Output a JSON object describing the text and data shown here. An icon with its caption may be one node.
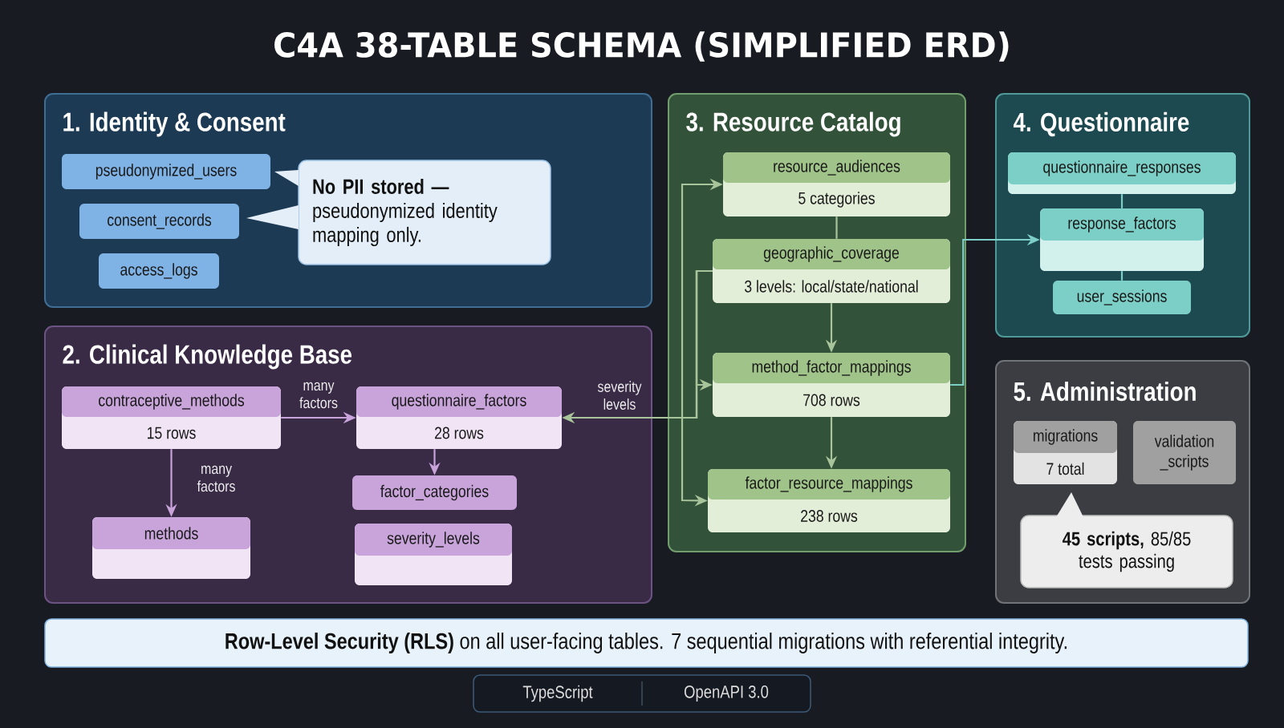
{
  "diagram": {
    "title": "C4A 38-TABLE SCHEMA (SIMPLIFIED ERD)",
    "nodes": [
      {
        "text": [
          "1. Identity & Consent"
        ]
      },
      {
        "text": [
          "pseudonymized_users"
        ],
        "in": 0
      },
      {
        "text": [
          "consent_records"
        ],
        "in": 0
      },
      {
        "text": [
          "access_logs"
        ],
        "in": 0
      },
      {
        "text": [
          "**No PII stored —** pseudonymized identity mapping only."
        ],
        "in": 0
      },
      {
        "text": [
          "2. Clinical Knowledge Base"
        ]
      },
      {
        "text": [
          "contraceptive_methods",
          "15 rows"
        ],
        "in": 5
      },
      {
        "text": [
          "questionnaire_factors",
          "28 rows"
        ],
        "in": 5
      },
      {
        "text": [
          "factor_categories"
        ],
        "in": 5
      },
      {
        "text": [
          "methods"
        ],
        "in": 5
      },
      {
        "text": [
          "severity_levels"
        ],
        "in": 5
      },
      {
        "text": [
          "3. Resource Catalog"
        ]
      },
      {
        "text": [
          "resource_audiences",
          "5 categories"
        ],
        "in": 11
      },
      {
        "text": [
          "geographic_coverage",
          "3 levels: local/state/national"
        ],
        "in": 11
      },
      {
        "text": [
          "method_factor_mappings",
          "708 rows"
        ],
        "in": 11
      },
      {
        "text": [
          "factor_resource_mappings",
          "238 rows"
        ],
        "in": 11
      },
      {
        "text": [
          "4. Questionnaire"
        ]
      },
      {
        "text": [
          "questionnaire_responses"
        ],
        "in": 16
      },
      {
        "text": [
          "response_factors"
        ],
        "in": 16
      },
      {
        "text": [
          "user_sessions"
        ],
        "in": 16
      },
      {
        "text": [
          "5. Administration"
        ]
      },
      {
        "text": [
          "migrations",
          "7 total"
        ],
        "in": 20
      },
      {
        "text": [
          "validation _scripts"
        ],
        "in": 20
      },
      {
        "text": [
          "**45 scripts,** 85/85 tests passing"
        ],
        "in": 20
      },
      {
        "text": [
          "**Row-Level Security (RLS)** on all user-facing tables. 7 sequential migrations with referential integrity."
        ]
      }
    ],
    "edges": [
      {
        "from": 6,
        "to": 7,
        "arrow": "to",
        "label": "many factors",
        "color": "#c9a4db"
      },
      {
        "from": 6,
        "to": 9,
        "arrow": "to",
        "label": "many factors",
        "color": "#c9a4db"
      },
      {
        "from": 7,
        "to": 8,
        "arrow": "to",
        "color": "#c9a4db"
      },
      {
        "from": 12,
        "to": 13,
        "arrow": "none"
      },
      {
        "from": 13,
        "to": 14,
        "arrow": "to"
      },
      {
        "from": 14,
        "to": 15,
        "arrow": "to"
      },
      {
        "from": 14,
        "to": 18,
        "arrow": "to",
        "color": "#7ccfc6"
      },
      {
        "from": 17,
        "to": 18,
        "arrow": "none",
        "color": "#7ccfc6"
      },
      {
        "from": 18,
        "to": 19,
        "arrow": "none",
        "color": "#7ccfc6"
      },
      {
        "from": 13,
        "to": 7,
        "arrow": "to",
        "label": "severity levels"
      },
      {
        "from": 13,
        "to": 12,
        "arrow": "to"
      },
      {
        "from": 13,
        "to": 14,
        "arrow": "to"
      },
      {
        "from": 13,
        "to": 15,
        "arrow": "to"
      }
    ],
    "labels": [
      "TypeScript",
      "OpenAPI 3.0"
    ]
  }
}
